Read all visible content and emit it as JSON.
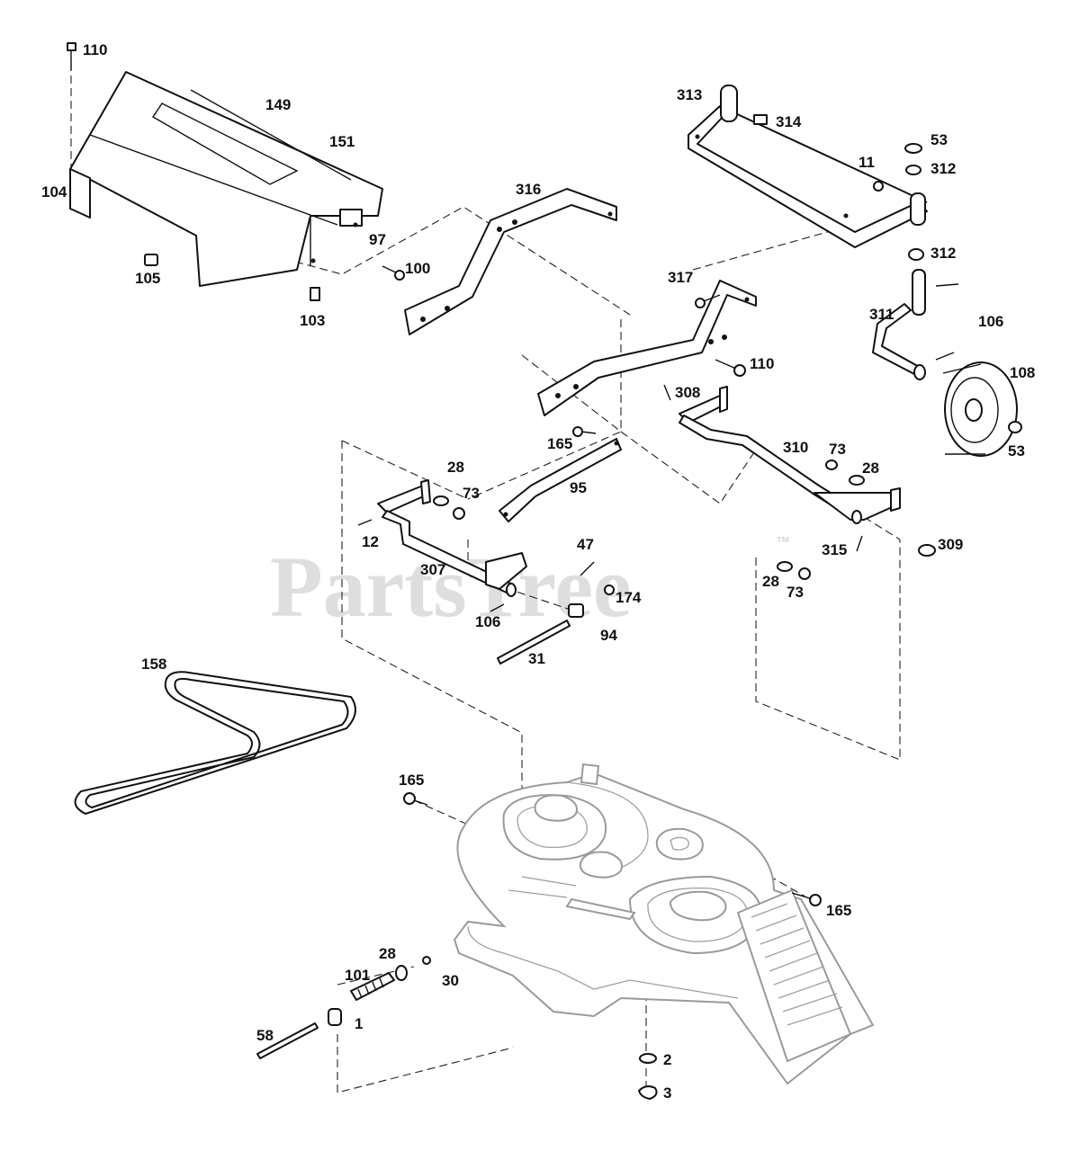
{
  "watermark": {
    "brand": "PartsTree",
    "mark": "™"
  },
  "parts": {
    "p110_top": "110",
    "p149": "149",
    "p151": "151",
    "p104": "104",
    "p97": "97",
    "p105": "105",
    "p100": "100",
    "p103": "103",
    "p316": "316",
    "p313": "313",
    "p314": "314",
    "p53_top": "53",
    "p11": "11",
    "p312_a": "312",
    "p312_b": "312",
    "p317": "317",
    "p311": "311",
    "p106_a": "106",
    "p108": "108",
    "p110_mid": "110",
    "p308": "308",
    "p53_b": "53",
    "p165_a": "165",
    "p310": "310",
    "p73_a": "73",
    "p28_a": "28",
    "p28_b": "28",
    "p73_b": "73",
    "p95": "95",
    "p12": "12",
    "p47": "47",
    "p315": "315",
    "p309": "309",
    "p307": "307",
    "p28_c": "28",
    "p73_c": "73",
    "p174": "174",
    "p106_b": "106",
    "p94": "94",
    "p31": "31",
    "p158": "158",
    "p165_b": "165",
    "p165_c": "165",
    "p28_d": "28",
    "p101": "101",
    "p30": "30",
    "p1": "1",
    "p58": "58",
    "p2": "2",
    "p3": "3"
  }
}
